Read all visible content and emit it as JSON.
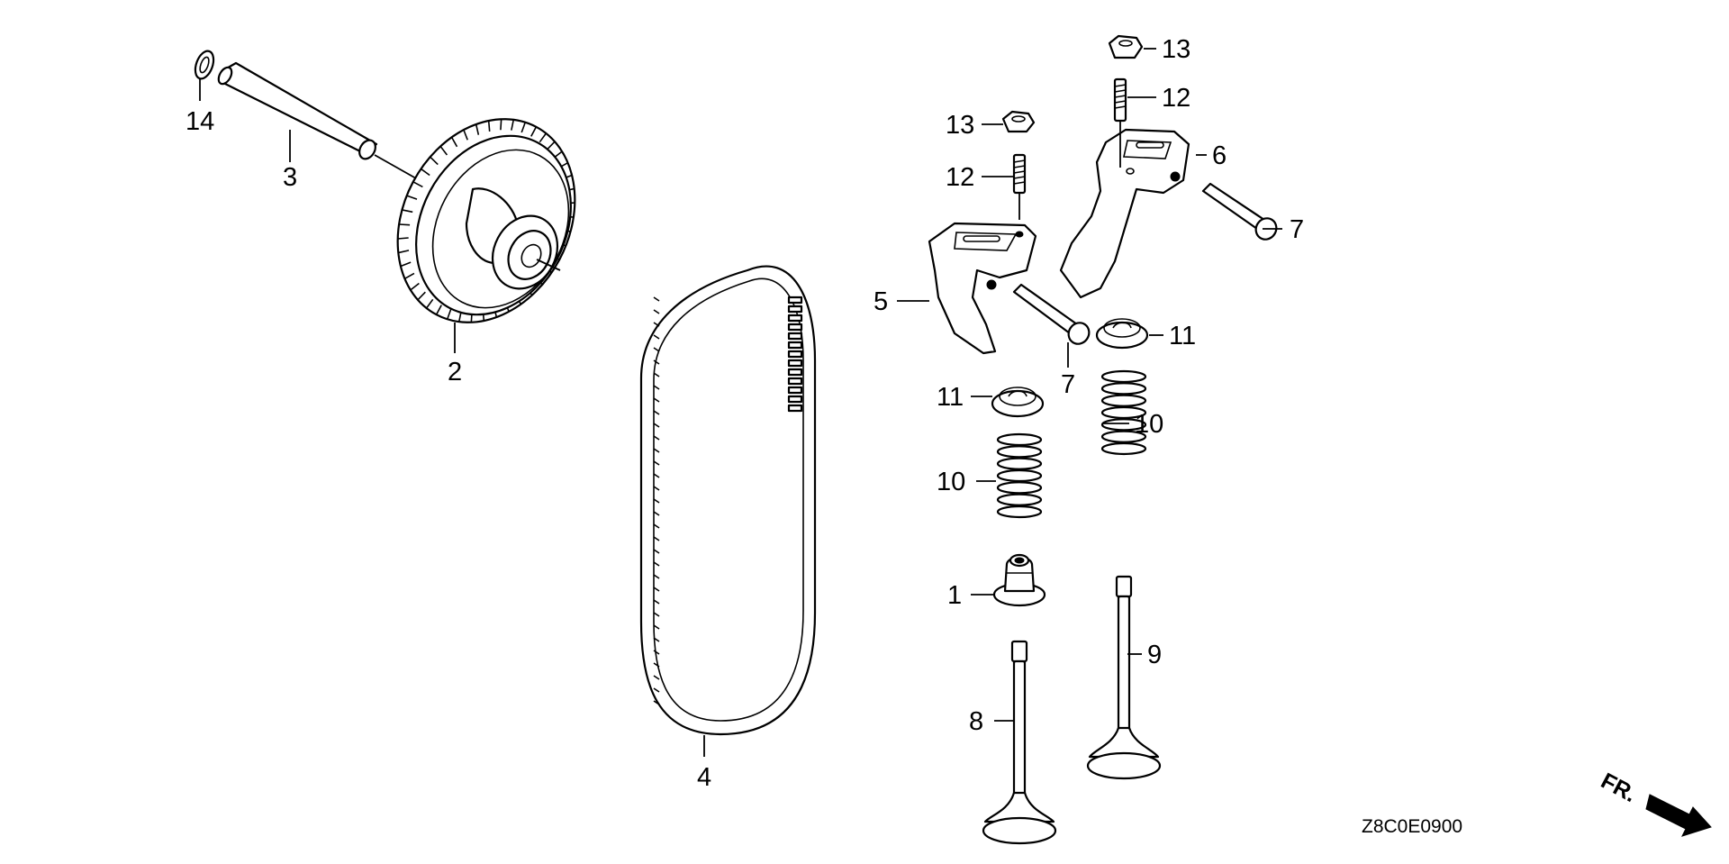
{
  "diagram": {
    "code": "Z8C0E0900",
    "direction_label": "FR.",
    "callouts": {
      "c1": "1",
      "c2": "2",
      "c3": "3",
      "c4": "4",
      "c5": "5",
      "c6": "6",
      "c7a": "7",
      "c7b": "7",
      "c8": "8",
      "c9": "9",
      "c10a": "10",
      "c10b": "10",
      "c11a": "11",
      "c11b": "11",
      "c12a": "12",
      "c12b": "12",
      "c13a": "13",
      "c13b": "13",
      "c14": "14"
    }
  }
}
